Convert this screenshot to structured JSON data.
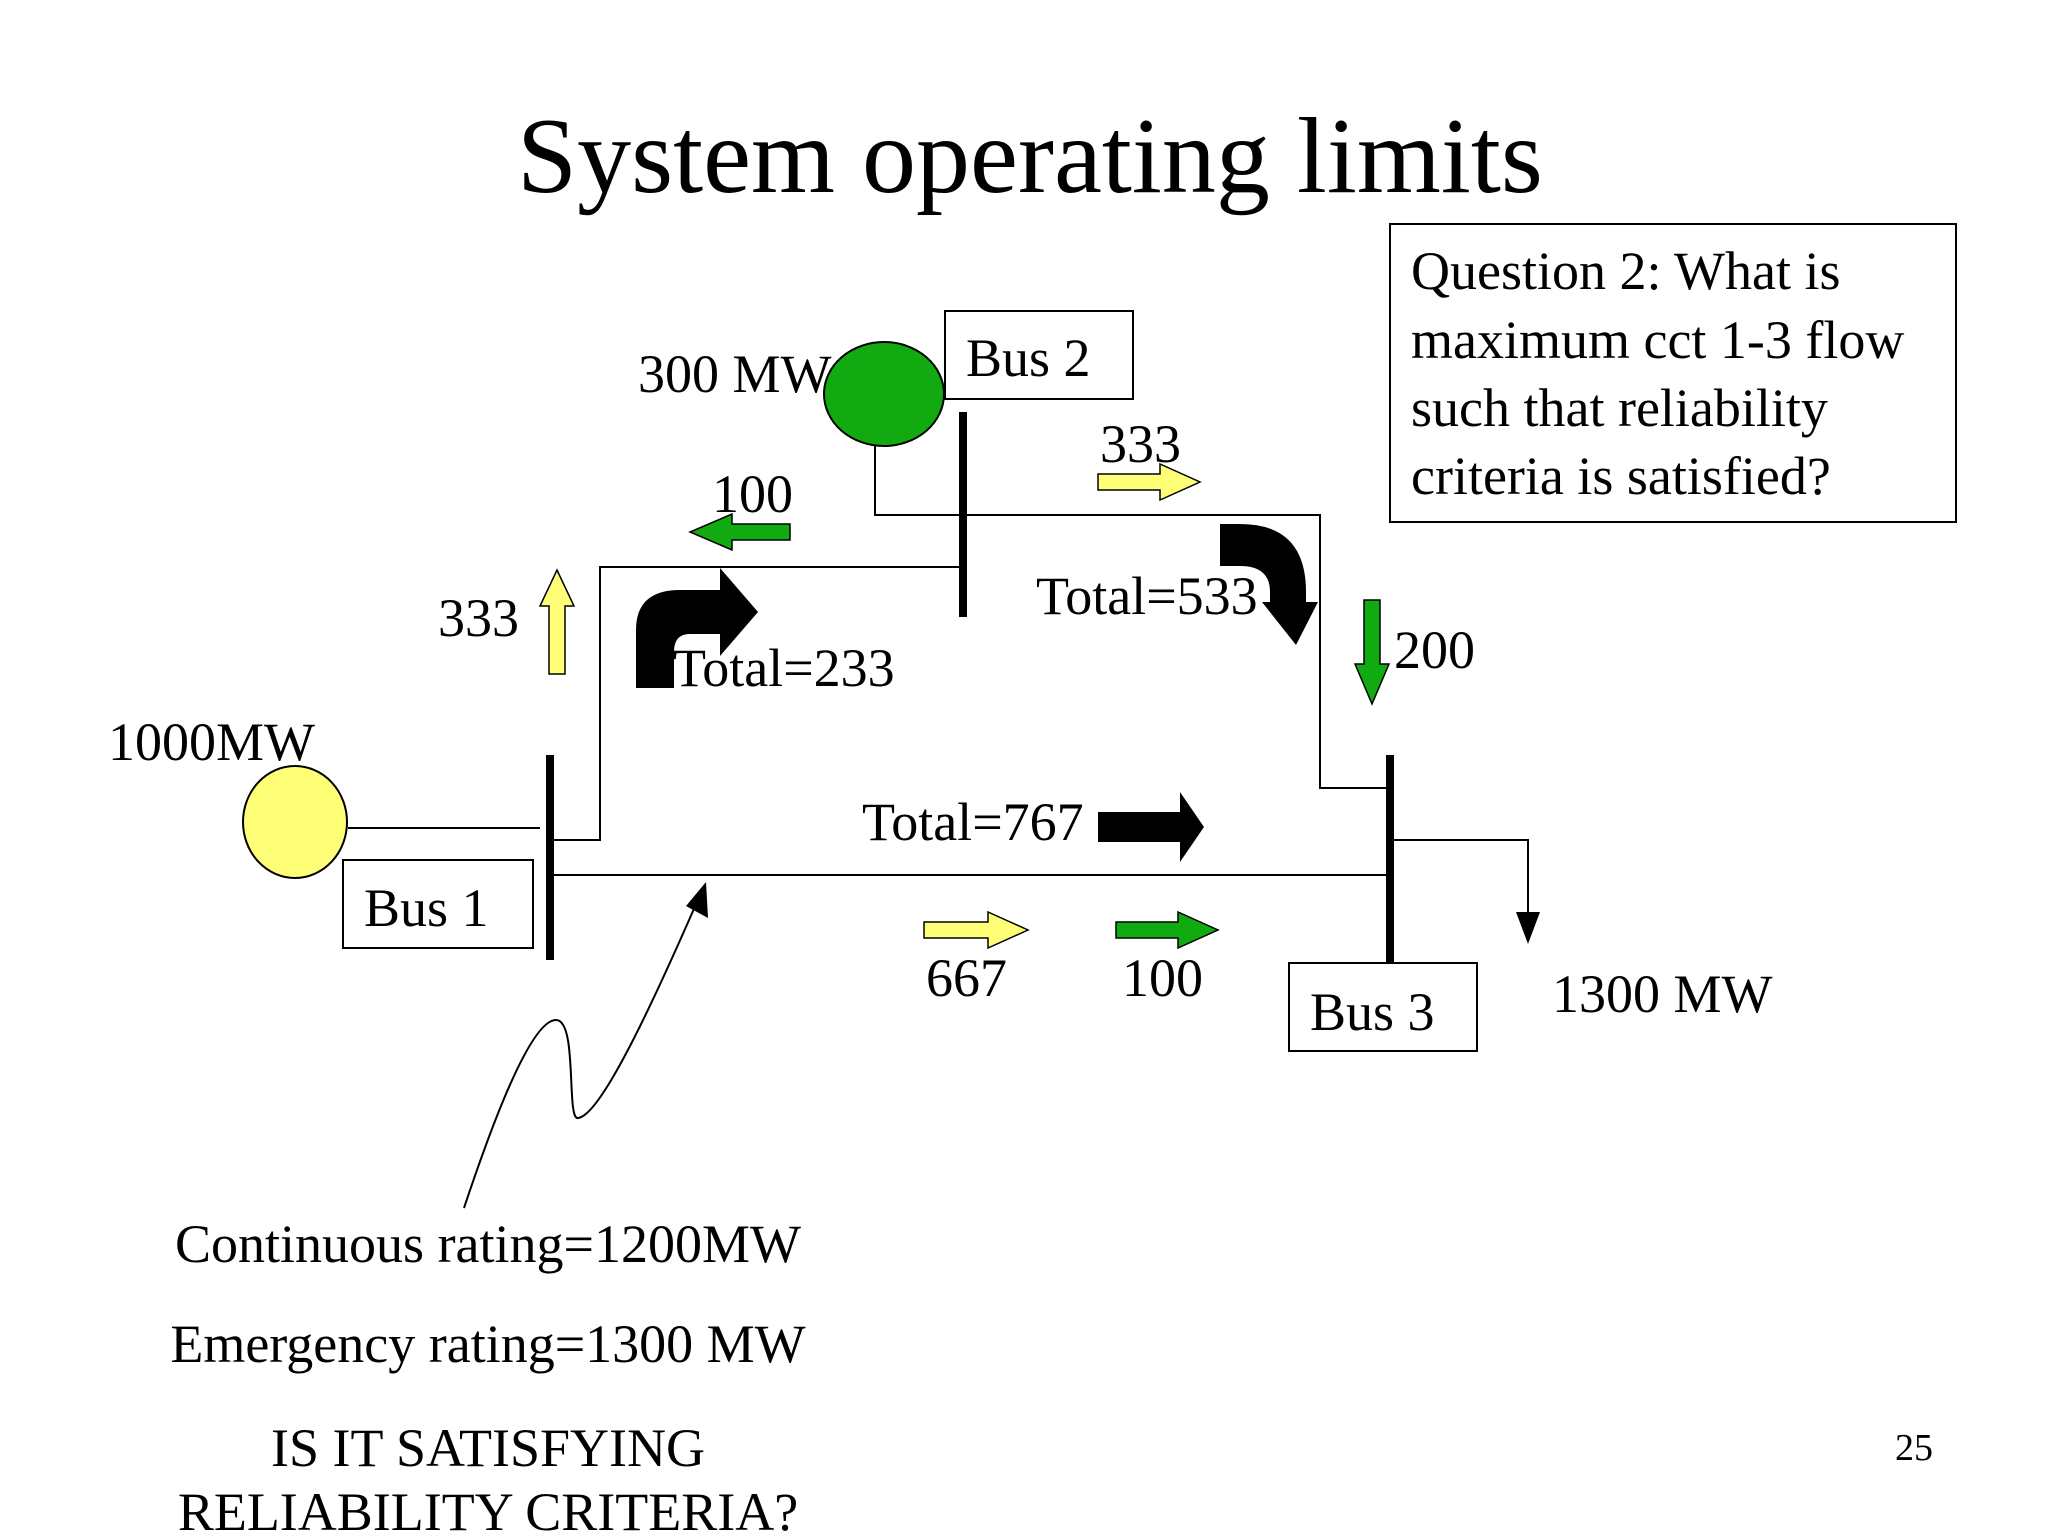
{
  "slide": {
    "title": "System operating limits",
    "page_number": "25"
  },
  "question_box": {
    "lines": [
      "Question 2: What is",
      "maximum cct 1-3 flow",
      "such that reliability",
      "criteria is satisfied?"
    ]
  },
  "buses": {
    "bus1": "Bus 1",
    "bus2": "Bus 2",
    "bus3": "Bus 3"
  },
  "generators": {
    "gen1_output": "1000MW",
    "gen2_output": "300 MW"
  },
  "load": {
    "bus3_load": "1300 MW"
  },
  "flows": {
    "line12_gen1": "333",
    "line12_gen2": "100",
    "line12_total": "Total=233",
    "line23_gen1": "333",
    "line23_gen2": "200",
    "line23_total": "Total=533",
    "line13_gen1": "667",
    "line13_gen2": "100",
    "line13_total": "Total=767"
  },
  "ratings": {
    "continuous": "Continuous rating=1200MW",
    "emergency": "Emergency rating=1300 MW"
  },
  "question_bottom": {
    "line1": "IS IT SATISFYING",
    "line2": "RELIABILITY CRITERIA?"
  },
  "colors": {
    "generator1": "#ffff77",
    "generator2": "#11aa11",
    "flow_gen1": "#ffff77",
    "flow_gen2": "#11aa11",
    "flow_total": "#000000"
  }
}
